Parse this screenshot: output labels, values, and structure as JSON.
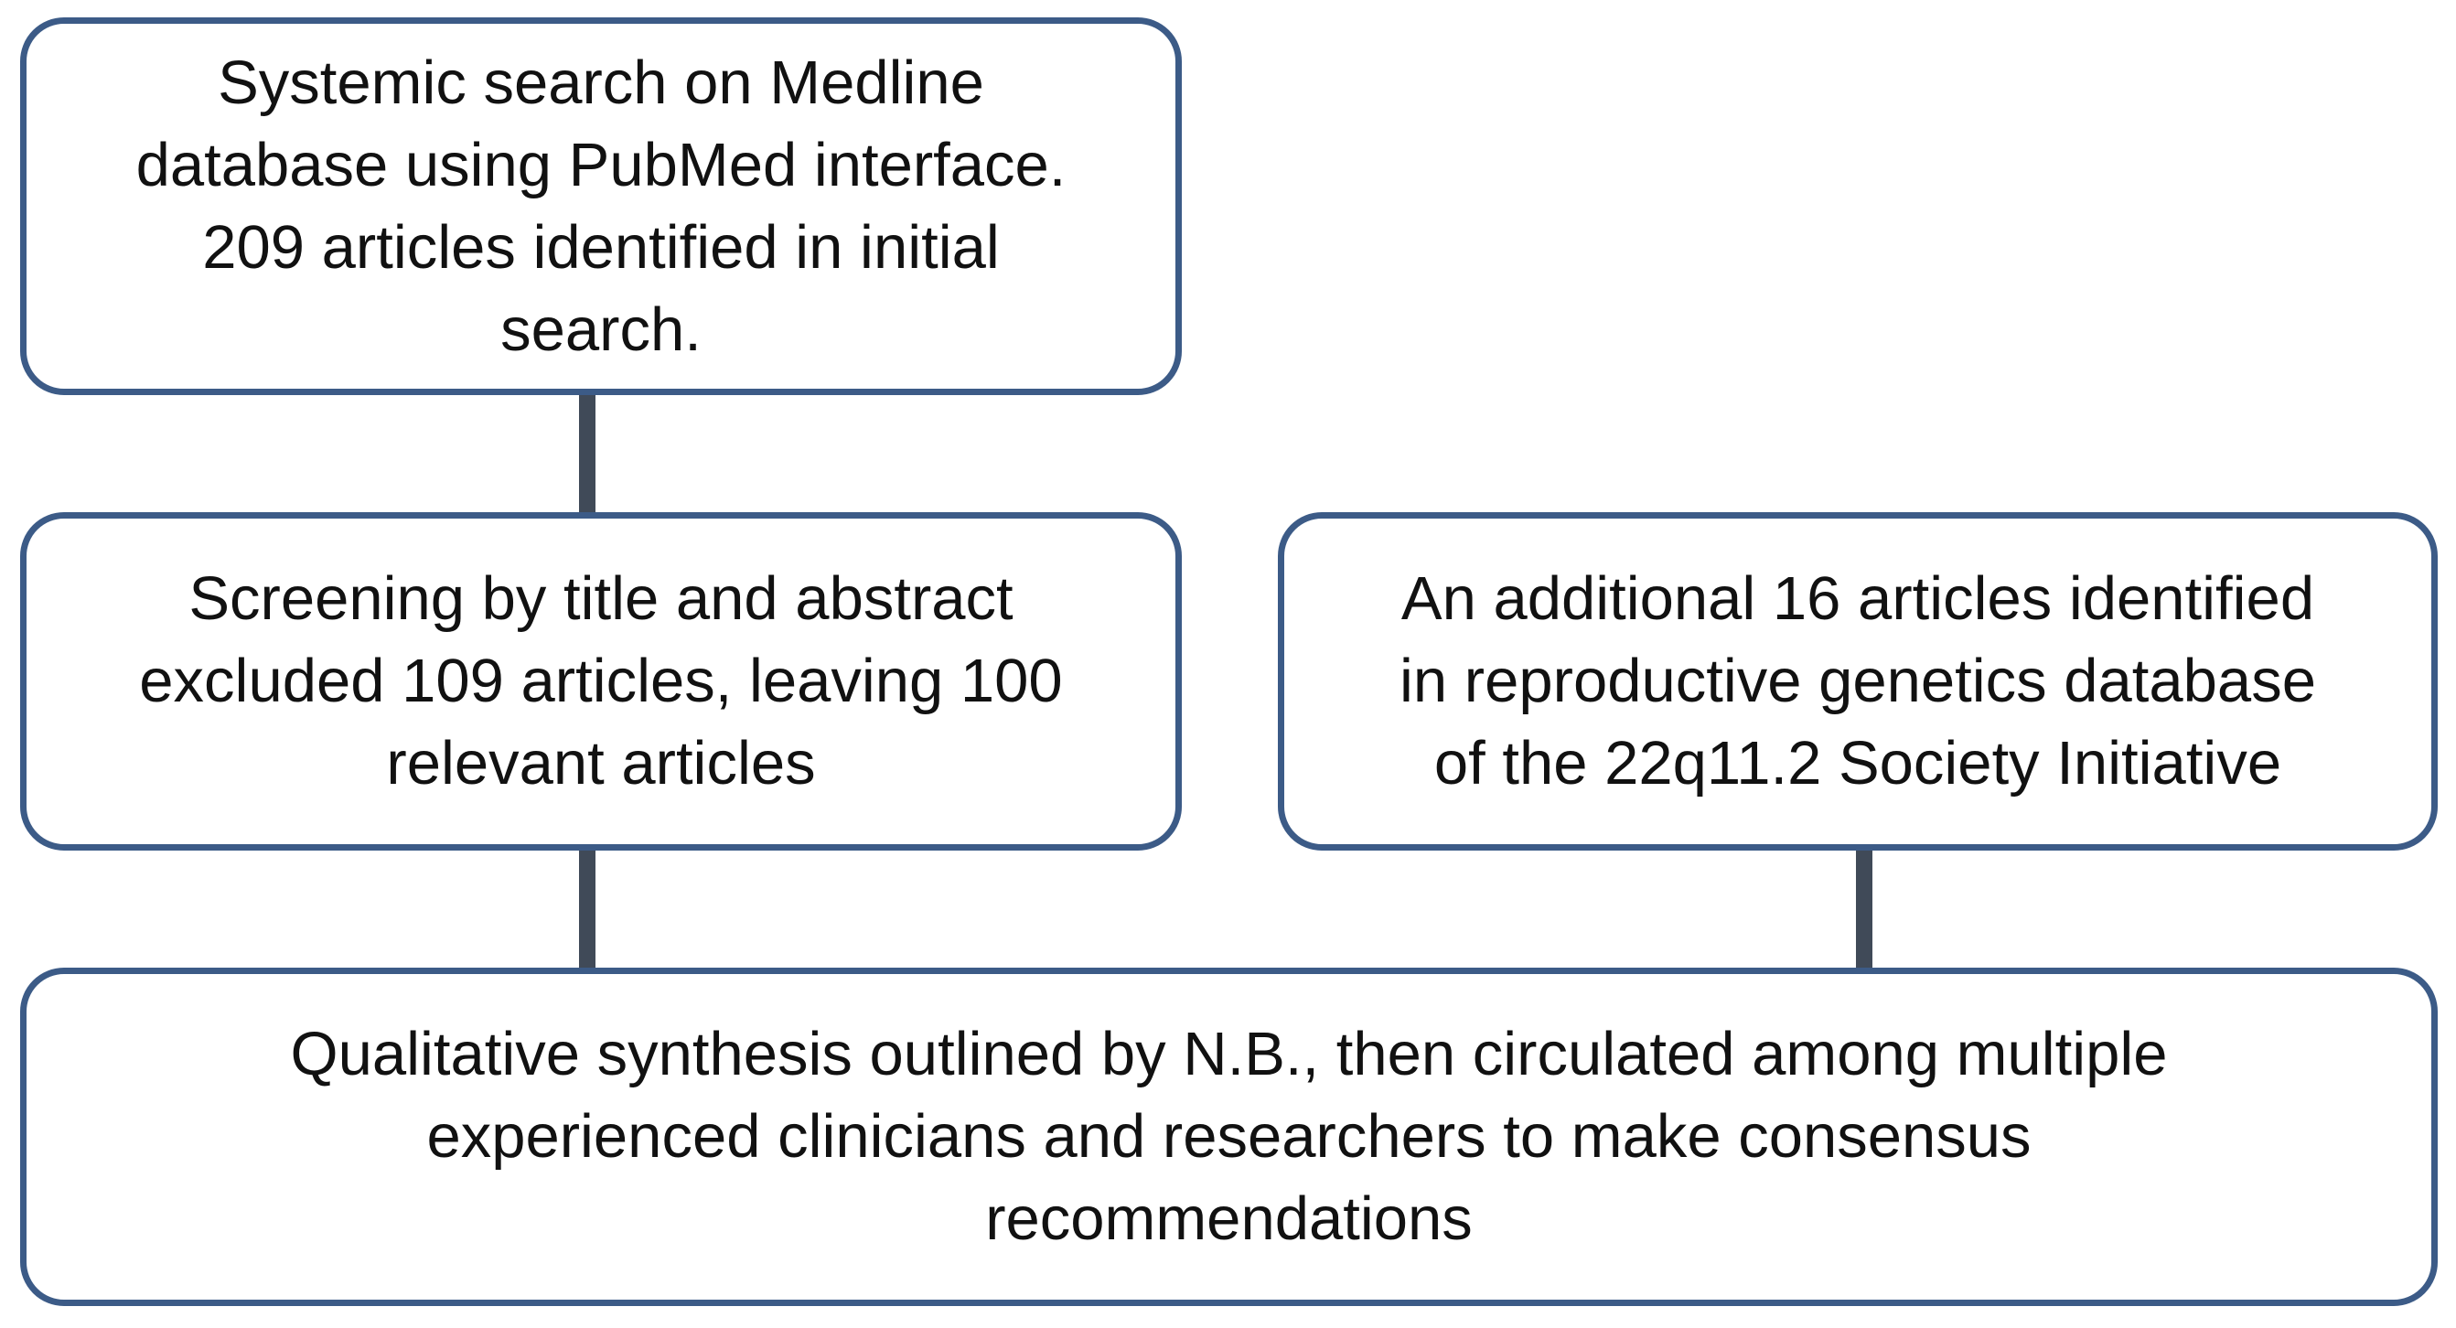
{
  "flowchart": {
    "box_search": "Systemic search on Medline\ndatabase using PubMed interface.\n209 articles identified in initial\nsearch.",
    "box_screening": "Screening by title and abstract\nexcluded 109 articles, leaving 100\nrelevant articles",
    "box_additional": "An additional 16 articles identified\nin reproductive genetics database\nof the 22q11.2 Society Initiative",
    "box_synthesis": "Qualitative synthesis outlined by N.B., then circulated among multiple\nexperienced clinicians and researchers to make consensus\nrecommendations"
  },
  "colors": {
    "box_border": "#3c5b87",
    "connector": "#404a58",
    "text": "#111111",
    "background": "#ffffff"
  }
}
